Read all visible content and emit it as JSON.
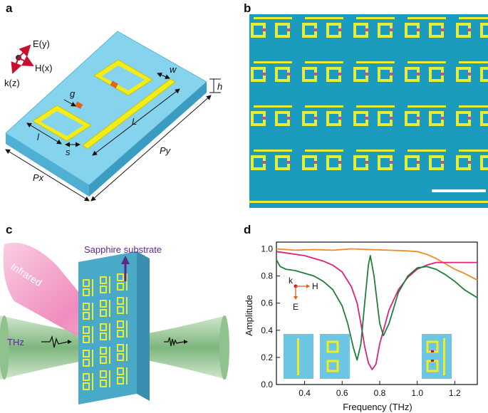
{
  "panels": {
    "a": {
      "label": "a",
      "axes": {
        "e": "E(y)",
        "h": "H(x)",
        "k": "k(z)"
      },
      "dims": {
        "g": "g",
        "w": "w",
        "h": "h",
        "L": "L",
        "l": "l",
        "s": "s",
        "px": "Px",
        "py": "Py"
      },
      "colors": {
        "substrate_top": "#85d3ec",
        "substrate_side": "#5bb8d8",
        "gold": "#f1ec1a",
        "gap": "#e0631c"
      }
    },
    "b": {
      "label": "b",
      "colors": {
        "background": "#1b9bbd",
        "resonator": "#e9ec35",
        "gap": "#d9418a",
        "scale_bar": "#ffffff"
      }
    },
    "c": {
      "label": "c",
      "sapphire": "Sapphire substrate",
      "infrared": "Infrared",
      "thz": "THz",
      "colors": {
        "beam_thz": "#7fb77e",
        "beam_ir": "#f07fb8",
        "slab": "#4aa9c7",
        "arrow": "#5a2b8c"
      }
    },
    "d": {
      "label": "d",
      "inset_k": "k",
      "inset_h": "H",
      "inset_e": "E"
    }
  },
  "chart_data": {
    "type": "line",
    "xlabel": "Frequency (THz)",
    "ylabel": "Amplitude",
    "xlim": [
      0.25,
      1.32
    ],
    "ylim": [
      0.0,
      1.05
    ],
    "xticks": [
      "0.4",
      "0.6",
      "0.8",
      "1.0",
      "1.2"
    ],
    "yticks": [
      "0.0",
      "0.2",
      "0.4",
      "0.6",
      "0.8",
      "1.0"
    ],
    "grid": false,
    "series": [
      {
        "color": "#f08a24",
        "x": [
          0.25,
          0.35,
          0.45,
          0.55,
          0.65,
          0.75,
          0.85,
          0.95,
          1.0,
          1.05,
          1.1,
          1.15,
          1.2,
          1.25,
          1.32
        ],
        "y": [
          1.0,
          0.99,
          0.995,
          0.99,
          1.0,
          0.995,
          0.99,
          0.985,
          0.98,
          0.96,
          0.93,
          0.89,
          0.85,
          0.82,
          0.77
        ]
      },
      {
        "color": "#e0207a",
        "x": [
          0.25,
          0.3,
          0.4,
          0.5,
          0.55,
          0.6,
          0.65,
          0.68,
          0.7,
          0.72,
          0.74,
          0.76,
          0.78,
          0.8,
          0.85,
          0.9,
          0.95,
          1.0,
          1.05,
          1.1,
          1.2,
          1.32
        ],
        "y": [
          0.98,
          0.97,
          0.95,
          0.91,
          0.88,
          0.83,
          0.72,
          0.6,
          0.45,
          0.28,
          0.16,
          0.11,
          0.15,
          0.3,
          0.55,
          0.7,
          0.79,
          0.85,
          0.88,
          0.9,
          0.9,
          0.9
        ]
      },
      {
        "color": "#1f7f3a",
        "x": [
          0.25,
          0.27,
          0.3,
          0.35,
          0.4,
          0.45,
          0.5,
          0.55,
          0.6,
          0.63,
          0.66,
          0.68,
          0.7,
          0.72,
          0.74,
          0.75,
          0.77,
          0.8,
          0.82,
          0.85,
          0.9,
          0.95,
          1.0,
          1.05,
          1.1,
          1.15,
          1.2,
          1.25,
          1.32
        ],
        "y": [
          0.92,
          0.87,
          0.85,
          0.84,
          0.82,
          0.8,
          0.76,
          0.7,
          0.58,
          0.45,
          0.27,
          0.18,
          0.3,
          0.6,
          0.88,
          0.95,
          0.8,
          0.45,
          0.36,
          0.45,
          0.68,
          0.8,
          0.86,
          0.87,
          0.85,
          0.81,
          0.76,
          0.7,
          0.64
        ]
      }
    ]
  }
}
